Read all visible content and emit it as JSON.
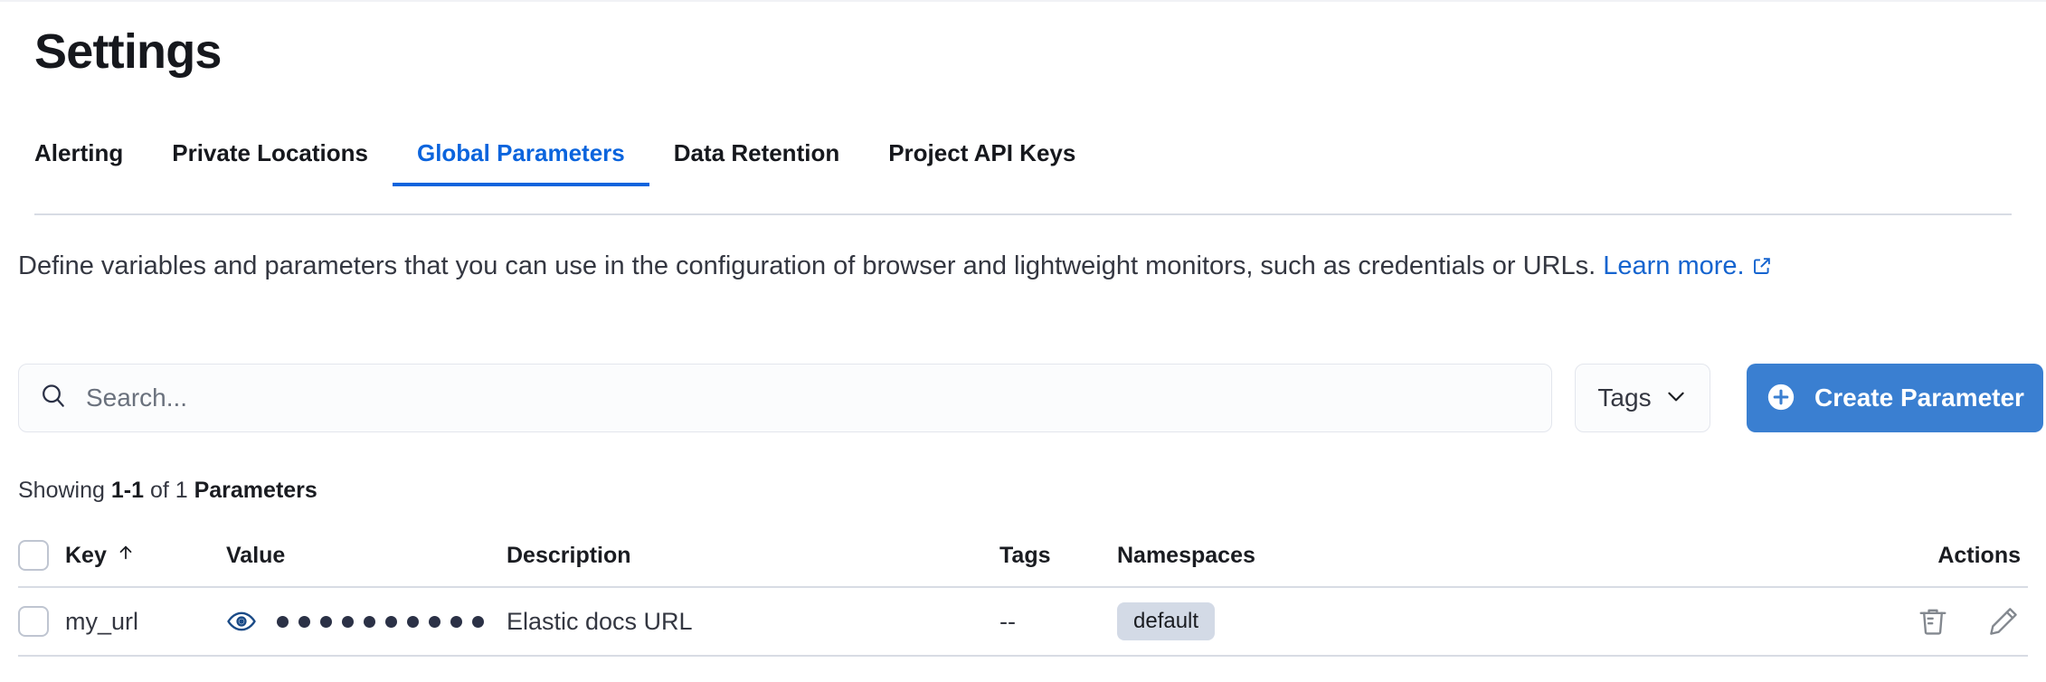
{
  "page": {
    "title": "Settings"
  },
  "tabs": [
    {
      "label": "Alerting",
      "active": false
    },
    {
      "label": "Private Locations",
      "active": false
    },
    {
      "label": "Global Parameters",
      "active": true
    },
    {
      "label": "Data Retention",
      "active": false
    },
    {
      "label": "Project API Keys",
      "active": false
    }
  ],
  "description": {
    "text": "Define variables and parameters that you can use in the configuration of browser and lightweight monitors, such as credentials or URLs. ",
    "link_label": "Learn more.",
    "external_link_icon": "external-link-icon"
  },
  "toolbar": {
    "search_placeholder": "Search...",
    "search_value": "",
    "search_icon": "search-icon",
    "tags_label": "Tags",
    "tags_chevron_icon": "chevron-down-icon",
    "create_label": "Create Parameter",
    "create_icon": "plus-circle-icon"
  },
  "results": {
    "prefix": "Showing ",
    "range": "1-1",
    "middle": " of 1 ",
    "noun": "Parameters"
  },
  "table": {
    "columns": [
      {
        "label": "Key",
        "sort_icon": "arrow-up-icon",
        "sorted": true
      },
      {
        "label": "Value",
        "sort_icon": null,
        "sorted": false
      },
      {
        "label": "Description",
        "sort_icon": null,
        "sorted": false
      },
      {
        "label": "Tags",
        "sort_icon": null,
        "sorted": false
      },
      {
        "label": "Namespaces",
        "sort_icon": null,
        "sorted": false
      },
      {
        "label": "Actions",
        "sort_icon": null,
        "sorted": false
      }
    ],
    "rows": [
      {
        "key": "my_url",
        "value_masked": "••••••••••",
        "value_mask_dot_count": 10,
        "value_reveal_icon": "eye-icon",
        "description": "Elastic docs URL",
        "tags": "--",
        "namespaces": "default",
        "actions": [
          {
            "icon": "trash-icon",
            "label": "Delete"
          },
          {
            "icon": "pencil-icon",
            "label": "Edit"
          }
        ]
      }
    ]
  },
  "colors": {
    "accent": "#0b64dd",
    "primary_button": "#3a7fd1",
    "link": "#1564cf",
    "eye_icon": "#1b4b87",
    "badge_bg": "#d3dae6",
    "border": "#d8dce4",
    "text": "#343741"
  }
}
